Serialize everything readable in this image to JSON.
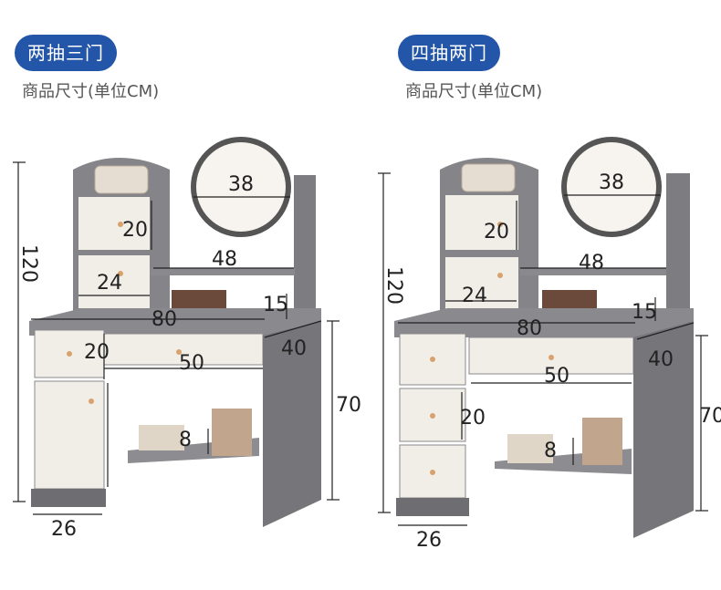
{
  "left": {
    "badge": "两抽三门",
    "subtitle": "商品尺寸(单位CM)",
    "dims": {
      "height_total": "120",
      "mirror": "38",
      "drawer_small_h": "20",
      "shelf_w": "48",
      "cabinet_w": "24",
      "shelf_h": "15",
      "top_w": "80",
      "depth": "40",
      "drawer_h": "20",
      "drawer_w": "50",
      "table_h": "70",
      "lower_shelf": "8",
      "base_w": "26"
    }
  },
  "right": {
    "badge": "四抽两门",
    "subtitle": "商品尺寸(单位CM)",
    "dims": {
      "height_total": "120",
      "mirror": "38",
      "drawer_small_h": "20",
      "shelf_w": "48",
      "cabinet_w": "24",
      "shelf_h": "15",
      "top_w": "80",
      "depth": "40",
      "drawer_w": "50",
      "drawer_h": "20",
      "table_h": "70",
      "lower_shelf": "8",
      "base_w": "26"
    }
  },
  "colors": {
    "badge": "#2356a8",
    "frame": "#7d7c80",
    "panel": "#f1eee8",
    "knob": "#d9a26c"
  }
}
